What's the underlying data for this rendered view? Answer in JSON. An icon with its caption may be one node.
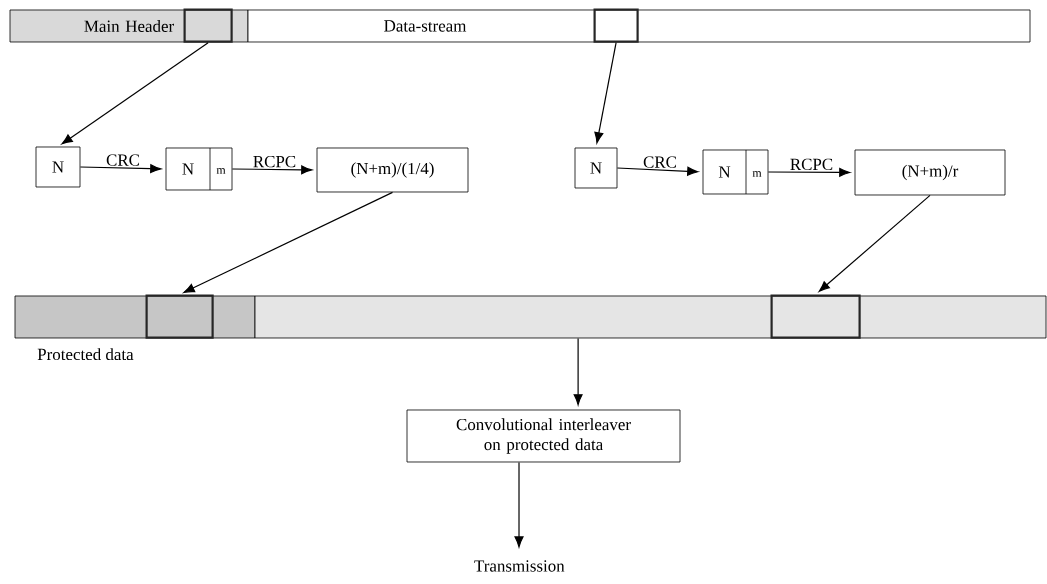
{
  "diagram": {
    "nodes": [
      {
        "text": [
          "Main Header"
        ]
      },
      {
        "text": [],
        "shape": "box",
        "in": 0
      },
      {
        "text": [
          "Data-stream"
        ]
      },
      {
        "text": [],
        "shape": "box",
        "in": 2
      },
      {
        "text": [
          "N"
        ]
      },
      {
        "text": [
          "N",
          "m"
        ]
      },
      {
        "text": [
          "(N+m)/(1/4)"
        ]
      },
      {
        "text": [
          "N"
        ]
      },
      {
        "text": [
          "N",
          "m"
        ]
      },
      {
        "text": [
          "(N+m)/r"
        ]
      },
      {
        "text": [],
        "shape": "bar",
        "beside": [
          "Protected data"
        ]
      },
      {
        "text": [],
        "shape": "box",
        "in": 10
      },
      {
        "text": [],
        "shape": "bar"
      },
      {
        "text": [],
        "shape": "box",
        "in": 12
      },
      {
        "text": [
          "Convolutional interleaver on protected data"
        ]
      },
      {
        "text": [
          "Transmission"
        ]
      }
    ],
    "edges": [
      {
        "from": 1,
        "to": 4,
        "arrow": "to"
      },
      {
        "from": 3,
        "to": 7,
        "arrow": "to"
      },
      {
        "from": 4,
        "to": 5,
        "arrow": "to",
        "label": "CRC"
      },
      {
        "from": 5,
        "to": 6,
        "arrow": "to",
        "label": "RCPC"
      },
      {
        "from": 7,
        "to": 8,
        "arrow": "to",
        "label": "CRC"
      },
      {
        "from": 8,
        "to": 9,
        "arrow": "to",
        "label": "RCPC"
      },
      {
        "from": 6,
        "to": 11,
        "arrow": "to"
      },
      {
        "from": 9,
        "to": 13,
        "arrow": "to"
      },
      {
        "from": 12,
        "to": 14,
        "arrow": "to"
      },
      {
        "from": 14,
        "to": 15,
        "arrow": "to"
      }
    ]
  }
}
